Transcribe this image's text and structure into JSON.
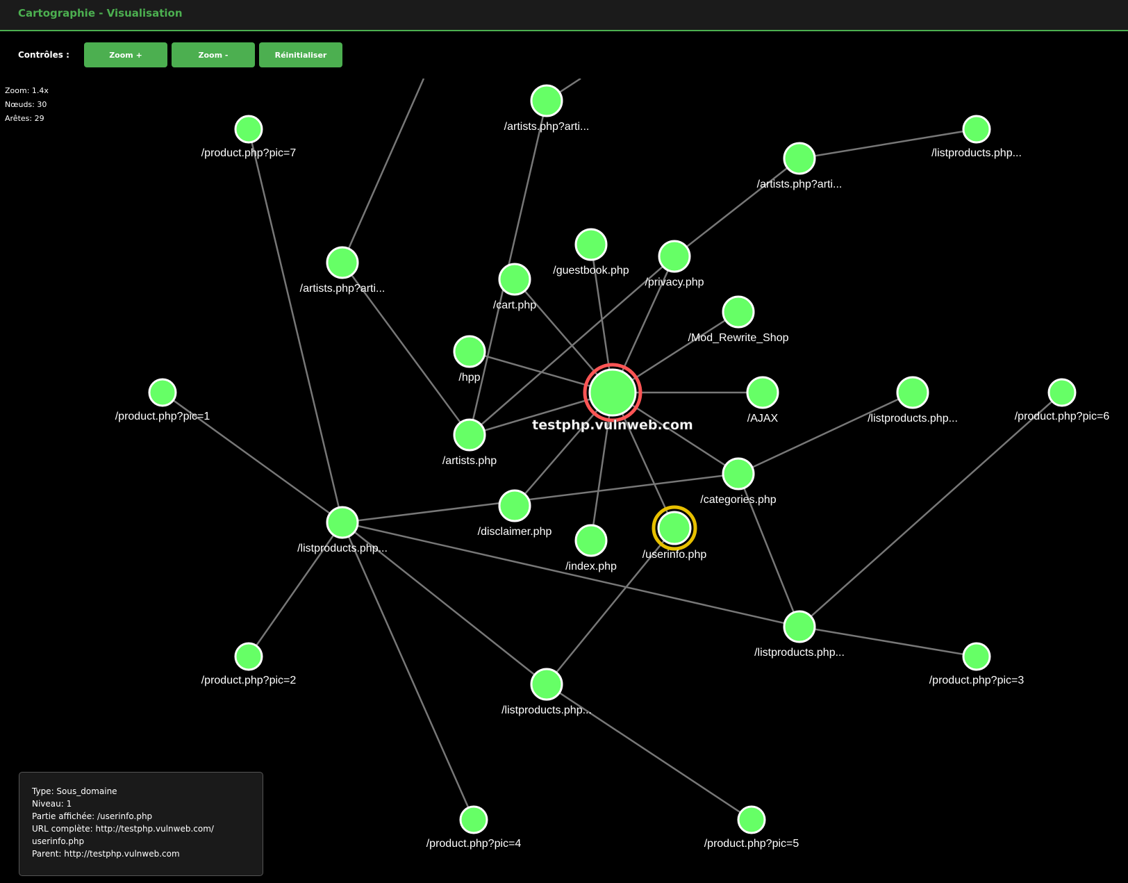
{
  "header": {
    "title": "Cartographie - Visualisation"
  },
  "controls": {
    "label": "Contrôles :",
    "zoom_in": "Zoom +",
    "zoom_out": "Zoom -",
    "reset": "Réinitialiser"
  },
  "stats": {
    "zoom": "Zoom: 1.4x",
    "nodes": "Nœuds: 30",
    "edges": "Arêtes: 29"
  },
  "graph": {
    "colors": {
      "node": "#66ff66",
      "edge": "#777777",
      "root_ring": "#ff5555",
      "selected_ring": "#e8c000"
    },
    "root_label": "testphp.vulnweb.com",
    "selected_label": "/userinfo.php",
    "labels": [
      "/artists.php?arti...",
      "/product.php?pic=7",
      "/listproducts.php...",
      "/artists.php?arti...",
      "/artists.php?arti...",
      "/guestbook.php",
      "/privacy.php",
      "/cart.php",
      "/Mod_Rewrite_Shop",
      "/hpp",
      "/AJAX",
      "/product.php?pic=1",
      "/listproducts.php...",
      "/product.php?pic=6",
      "/artists.php",
      "/categories.php",
      "/disclaimer.php",
      "/listproducts.php...",
      "/index.php",
      "/listproducts.php...",
      "/product.php?pic=2",
      "/product.php?pic=3",
      "/listproducts.php...",
      "/product.php?pic=4",
      "/product.php?pic=5"
    ]
  },
  "info": {
    "type": "Type: Sous_domaine",
    "level": "Niveau: 1",
    "part": "Partie affichée: /userinfo.php",
    "url": "URL complète: http://testphp.vulnweb.com/",
    "url_cont": "userinfo.php",
    "parent": "Parent: http://testphp.vulnweb.com"
  }
}
